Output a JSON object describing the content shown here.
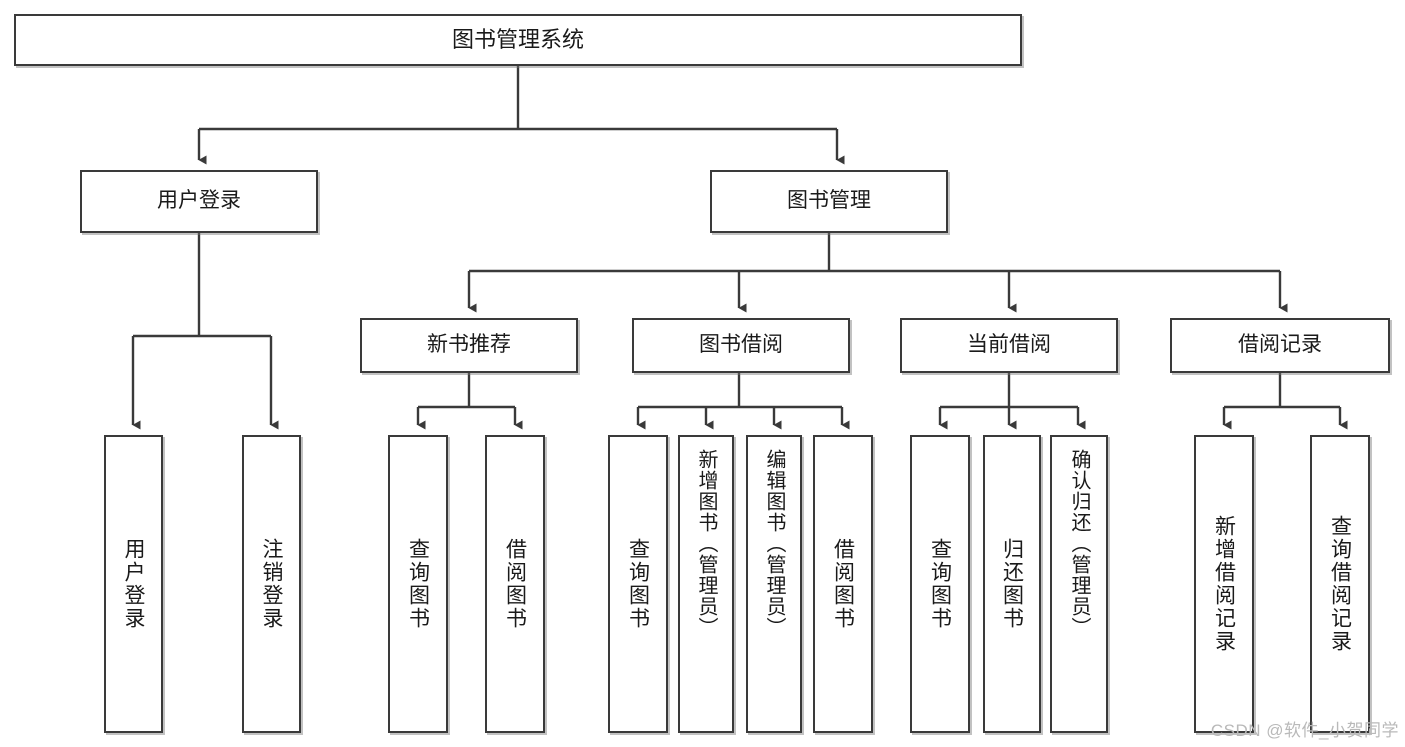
{
  "diagram": {
    "title": "图书管理系统",
    "watermark": "CSDN @软件_小贺同学",
    "colors": {
      "stroke": "#3a3a3a",
      "fill": "#ffffff",
      "text": "#1a1a1a",
      "watermark": "#b9b9b9"
    },
    "levels": {
      "root": {
        "label": "图书管理系统"
      },
      "level2": [
        {
          "label": "用户登录"
        },
        {
          "label": "图书管理"
        }
      ],
      "level3": [
        {
          "label": "新书推荐"
        },
        {
          "label": "图书借阅"
        },
        {
          "label": "当前借阅"
        },
        {
          "label": "借阅记录"
        }
      ],
      "leaves": {
        "user_login": [
          {
            "label": "用户登录"
          },
          {
            "label": "注销登录"
          }
        ],
        "new_book_recommend": [
          {
            "label": "查询图书"
          },
          {
            "label": "借阅图书"
          }
        ],
        "book_borrow": [
          {
            "label": "查询图书"
          },
          {
            "label": "新增图书（管理员）"
          },
          {
            "label": "编辑图书（管理员）"
          },
          {
            "label": "借阅图书"
          }
        ],
        "current_borrow": [
          {
            "label": "查询图书"
          },
          {
            "label": "归还图书"
          },
          {
            "label": "确认归还（管理员）"
          }
        ],
        "borrow_record": [
          {
            "label": "新增借阅记录"
          },
          {
            "label": "查询借阅记录"
          }
        ]
      }
    }
  }
}
